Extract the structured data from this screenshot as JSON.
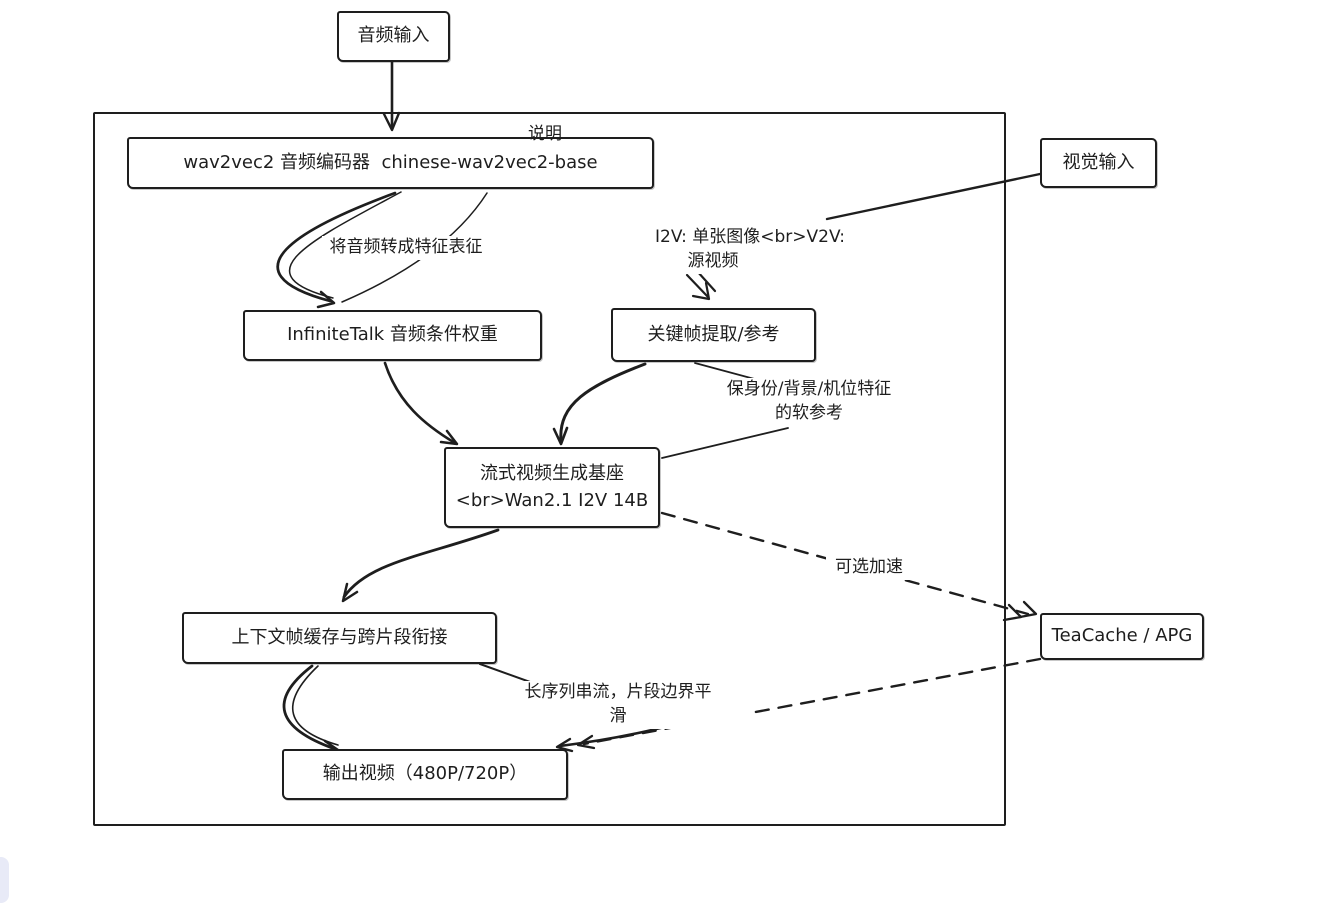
{
  "colors": {
    "stroke": "#1e1e1e",
    "background": "#ffffff",
    "corner_widget": "#e8eaf7"
  },
  "container": {
    "label": "说明"
  },
  "nodes": {
    "audio_input": "音频输入",
    "visual_input": "视觉输入",
    "wav2vec2": "wav2vec2 音频编码器  chinese-wav2vec2-base",
    "infinitetalk": "InfiniteTalk 音频条件权重",
    "keyframe": "关键帧提取/参考",
    "stream_base": "流式视频生成基座\n<br>Wan2.1 I2V 14B",
    "context_cache": "上下文帧缓存与跨片段衔接",
    "output_video": "输出视频（480P/720P）",
    "teacache": "TeaCache / APG"
  },
  "edge_labels": {
    "audio_features": "将音频转成特征表征",
    "visual_modes_line1": "I2V: 单张图像<br>V2V:",
    "visual_modes_line2": "源视频",
    "soft_reference": "保身份/背景/机位特征\n的软参考",
    "optional_accel": "可选加速",
    "long_stream": "长序列串流，片段边界平\n滑"
  }
}
